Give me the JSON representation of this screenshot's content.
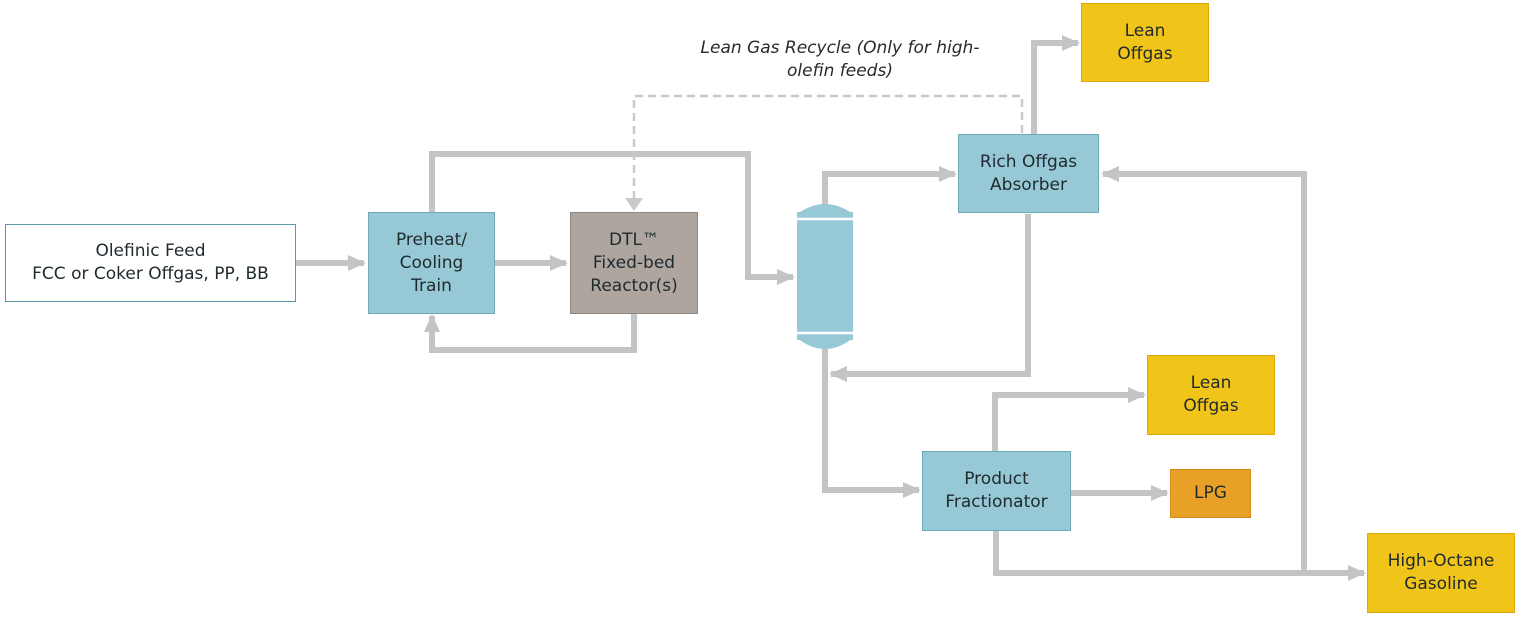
{
  "diagram": {
    "nodes": {
      "feed": {
        "lines": [
          "Olefinic Feed",
          "FCC or Coker Offgas, PP, BB"
        ]
      },
      "preheat": {
        "lines": [
          "Preheat/",
          "Cooling",
          "Train"
        ]
      },
      "reactor": {
        "lines": [
          "DTL™",
          "Fixed-bed",
          "Reactor(s)"
        ]
      },
      "separator": {
        "lines": []
      },
      "absorber": {
        "lines": [
          "Rich Offgas",
          "Absorber"
        ]
      },
      "lean_offgas_top": {
        "lines": [
          "Lean",
          "Offgas"
        ]
      },
      "fractionator": {
        "lines": [
          "Product",
          "Fractionator"
        ]
      },
      "lean_offgas_mid": {
        "lines": [
          "Lean",
          "Offgas"
        ]
      },
      "lpg": {
        "lines": [
          "LPG"
        ]
      },
      "gasoline": {
        "lines": [
          "High-Octane",
          "Gasoline"
        ]
      }
    },
    "recycle_note": {
      "lines": [
        "Lean Gas Recycle",
        "(Only for high-olefin feeds)"
      ]
    },
    "colors": {
      "flow_line": "#c3c4c6",
      "recycle_line": "#c8c9cb",
      "unit_fill": "#97c8d6",
      "reactor_fill": "#aea59e",
      "product_fill": "#f1c419",
      "lpg_fill": "#e9a027"
    }
  }
}
